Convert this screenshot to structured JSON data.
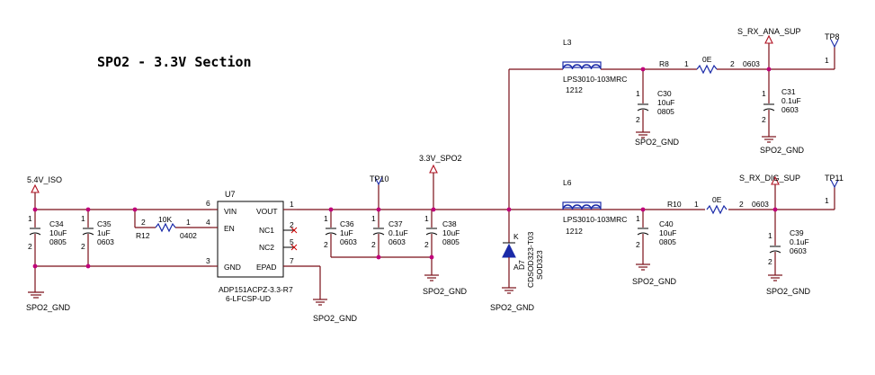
{
  "title": "SPO2 - 3.3V Section",
  "nets": {
    "in": "5.4V_ISO",
    "mid": "3.3V_SPO2",
    "ana": "S_RX_ANA_SUP",
    "dig": "S_RX_DIG_SUP",
    "gnd": "SPO2_GND"
  },
  "ic": {
    "ref": "U7",
    "part": "ADP151ACPZ-3.3-R7",
    "pkg": "6-LFCSP-UD",
    "pins": {
      "vin": "VIN",
      "en": "EN",
      "gnd": "GND",
      "vout": "VOUT",
      "nc1": "NC1",
      "nc2": "NC2",
      "epad": "EPAD",
      "n6": "6",
      "n4": "4",
      "n3": "3",
      "n1": "1",
      "n2": "2",
      "n5": "5",
      "n7": "7"
    }
  },
  "resistors": {
    "r12": {
      "ref": "R12",
      "value": "10K",
      "pkg": "0402",
      "p1": "1",
      "p2": "2"
    },
    "r8": {
      "ref": "R8",
      "value": "0E",
      "pkg": "0603",
      "p1": "1",
      "p2": "2"
    },
    "r10": {
      "ref": "R10",
      "value": "0E",
      "pkg": "0603",
      "p1": "1",
      "p2": "2"
    }
  },
  "caps": {
    "c34": {
      "ref": "C34",
      "value": "10uF",
      "pkg": "0805"
    },
    "c35": {
      "ref": "C35",
      "value": "1uF",
      "pkg": "0603"
    },
    "c36": {
      "ref": "C36",
      "value": "1uF",
      "pkg": "0603"
    },
    "c37": {
      "ref": "C37",
      "value": "0.1uF",
      "pkg": "0603"
    },
    "c38": {
      "ref": "C38",
      "value": "10uF",
      "pkg": "0805"
    },
    "c30": {
      "ref": "C30",
      "value": "10uF",
      "pkg": "0805"
    },
    "c31": {
      "ref": "C31",
      "value": "0.1uF",
      "pkg": "0603"
    },
    "c40": {
      "ref": "C40",
      "value": "10uF",
      "pkg": "0805"
    },
    "c39": {
      "ref": "C39",
      "value": "0.1uF",
      "pkg": "0603"
    },
    "pin1": "1",
    "pin2": "2"
  },
  "inductors": {
    "l3": {
      "ref": "L3",
      "part": "LPS3010-103MRC",
      "size": "1212"
    },
    "l6": {
      "ref": "L6",
      "part": "LPS3010-103MRC",
      "size": "1212"
    }
  },
  "diode": {
    "ref": "D7",
    "part": "CDSOD323-T03",
    "pkg": "SOD323",
    "k": "K",
    "a": "A"
  },
  "testpoints": {
    "tp10": "TP10",
    "tp8": "TP8",
    "tp11": "TP11",
    "pin": "1"
  }
}
